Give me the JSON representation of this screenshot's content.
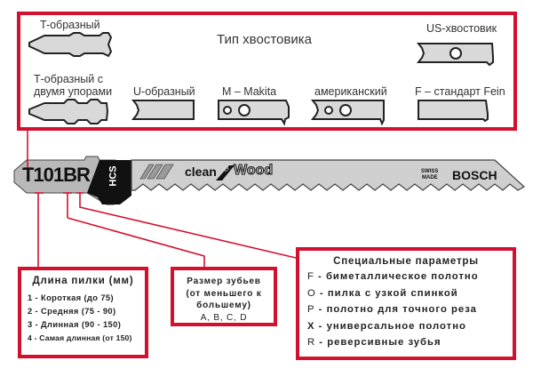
{
  "shank_panel": {
    "title": "Тип хвостовика",
    "types": [
      {
        "id": "t-shank",
        "label": "T-образный"
      },
      {
        "id": "t-shank-double",
        "label_line1": "Т-образный с",
        "label_line2": "двумя упорами"
      },
      {
        "id": "u-shank",
        "label": "U-образный"
      },
      {
        "id": "makita",
        "label": "M – Makita"
      },
      {
        "id": "american",
        "label": "американский"
      },
      {
        "id": "fein",
        "label": "F – стандарт Fein"
      },
      {
        "id": "us-shank",
        "label": "US-хвостовик"
      }
    ]
  },
  "blade": {
    "code": "T101BR",
    "material": "HCS",
    "logo_left": "clean",
    "logo_mid": "for",
    "logo_right": "Wood",
    "swiss_line1": "SWISS",
    "swiss_line2": "MADE",
    "brand": "BOSCH"
  },
  "length_box": {
    "title": "Длина пилки (мм)",
    "items": [
      "1 - Короткая (до 75)",
      "2 - Средняя (75 - 90)",
      "3 - Длинная (90 - 150)",
      "4 - Самая длинная (от 150)"
    ]
  },
  "teeth_box": {
    "lines": [
      "Размер зубьев",
      "(от меньшего к",
      "большему)",
      "A, B, C, D"
    ]
  },
  "special_box": {
    "title": "Специальные параметры",
    "items": [
      {
        "key": "F",
        "text": " - биметаллическое полотно"
      },
      {
        "key": "O",
        "text": " - пилка с узкой спинкой"
      },
      {
        "key": "P",
        "text": " - полотно для точного реза"
      },
      {
        "key": "X",
        "text": " - универсальное полотно"
      },
      {
        "key": "R",
        "text": " - реверсивные зубья"
      }
    ]
  },
  "colors": {
    "accent_red": "#d3112f",
    "blade_gray": "#c8c8c8",
    "shank_fill": "#d9d9d9"
  }
}
